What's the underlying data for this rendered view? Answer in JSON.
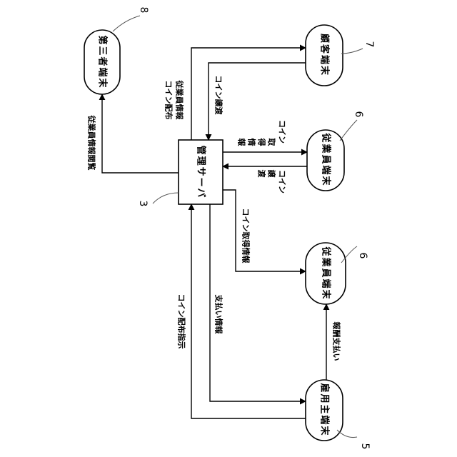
{
  "colors": {
    "line": "#000000",
    "leader": "#555555",
    "background": "#ffffff"
  },
  "nodes": {
    "management_server": "管理サーバ",
    "third_party_terminal": "第三者端末",
    "customer_terminal": "顧客端末",
    "employee_terminal_top": "従業員端末",
    "employee_terminal_bottom": "従業員端末",
    "employer_terminal": "雇用主端末"
  },
  "refs": {
    "management_server": "3",
    "employer_terminal": "5",
    "employee_terminal_top": "6",
    "employee_terminal_bottom": "6",
    "customer_terminal": "7",
    "third_party_terminal": "8"
  },
  "edges": {
    "employee_info_viewing": "従業員情報閲覧",
    "employee_info_coin_distribution": [
      "従業員情報",
      "コイン配布"
    ],
    "coin_transfer_to_server": "コイン譲渡",
    "coin_acquisition_info_top": [
      "コイン",
      "取",
      "得",
      "情",
      "報"
    ],
    "coin_transfer_from_employee": [
      "コイン",
      "譲",
      "渡"
    ],
    "coin_acquisition_info_bottom": "コイン取得情報",
    "coin_distribution_instruction": "コイン配布指示",
    "payment_info": "支払い情報",
    "remuneration_payment": "報酬支払い"
  }
}
